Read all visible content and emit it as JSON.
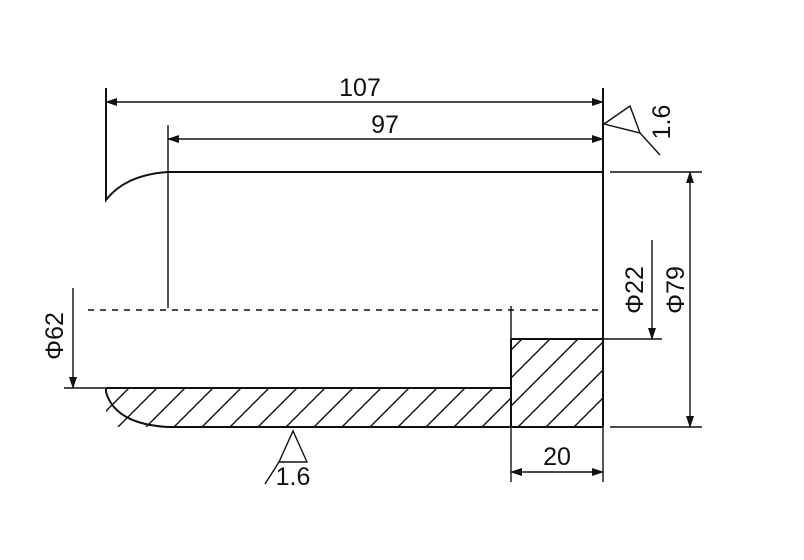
{
  "dimensions": {
    "overall_length": "107",
    "bore_depth": "97",
    "end_length": "20",
    "outer_diameter": "Φ79",
    "hole_diameter": "Φ22",
    "bore_diameter": "Φ62"
  },
  "surface_finish": {
    "top_right": "1.6",
    "bottom": "1.6"
  }
}
